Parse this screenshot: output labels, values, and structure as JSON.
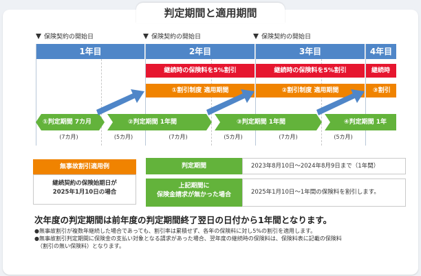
{
  "title": "判定期間と適用期間",
  "start_label": "保険契約の開始日",
  "years": [
    "1年目",
    "2年目",
    "3年目",
    "4年目"
  ],
  "red_label": "継続時の保険料を5%割引",
  "red_label_short": "継続時",
  "orange_label": "①割引制度 適用期間",
  "orange_label_2": "②割引制度 適用期間",
  "orange_label_3": "③割引",
  "judge_periods": [
    "①判定期間 7カ月",
    "②判定期間 1年間",
    "③判定期間 1年間",
    "④判定期間 1年"
  ],
  "months": [
    "(7カ月)",
    "(5カ月)",
    "(7カ月)",
    "(5カ月)",
    "(7カ月)",
    "(5カ月)"
  ],
  "example": {
    "label": "無事故割引適用例",
    "text_line1": "継続契約の保険始期日が",
    "text_line2": "2025年1月10日の場合"
  },
  "rows": [
    {
      "key": "判定期間",
      "value": "2023年8月10日～2024年8月9日まで（1年間）"
    },
    {
      "key_line1": "上記期間に",
      "key_line2": "保険金請求が無かった場合",
      "value": "2025年1月10日～1年間の保険料を割引します。"
    }
  ],
  "heading": "次年度の判定期間は前年度の判定期間終了翌日の日付から1年間となります。",
  "notes": [
    "●無事故割引が複数年継続した場合であっても、割引率は累積せず、各年の保険料に対し5%の割引を適用します。",
    "●無事故割引判定期間に保険金の支払い対象となる請求があった場合、翌年度の継続時の保険料は、保険料表に記載の保険料",
    "（割引の無い保険料）となります。"
  ]
}
